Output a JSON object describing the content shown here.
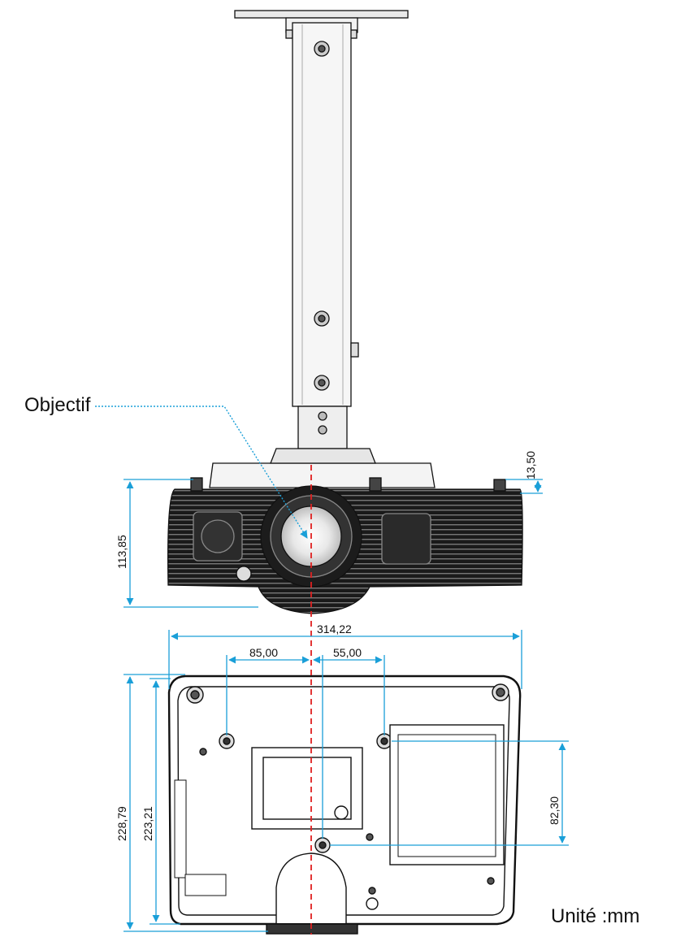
{
  "callout": {
    "label": "Objectif"
  },
  "unit_label": "Unité :mm",
  "dimensions": {
    "overall_width": "314,22",
    "left_mount_offset": "85,00",
    "right_mount_offset": "55,00",
    "overall_depth": "228,79",
    "body_depth": "223,21",
    "mount_spacing_depth": "82,30",
    "front_height": "113,85",
    "foot_height": "13,50"
  },
  "colors": {
    "dimension_line": "#1a9fd8",
    "center_line": "#e02020",
    "outline": "#111111"
  }
}
